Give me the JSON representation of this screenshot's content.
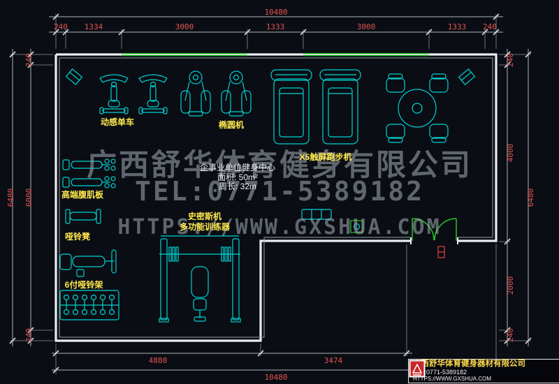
{
  "dims": {
    "top": {
      "total": "10480",
      "segments": [
        "240",
        "1334",
        "3000",
        "1333",
        "3000",
        "1333",
        "240"
      ]
    },
    "bottom": {
      "total": "10480",
      "segments": [
        "4880",
        "3474"
      ]
    },
    "left": {
      "total": "6480",
      "segments": [
        "240",
        "6000",
        "240"
      ]
    },
    "right": {
      "total": "6480",
      "segments": [
        "240",
        "4000",
        "2000",
        "240"
      ]
    }
  },
  "plan": {
    "labels": {
      "spin_bike": "动感单车",
      "elliptical": "椭圆机",
      "treadmill": "X5触屏跑步机",
      "ab_board": "高端腹肌板",
      "dumbbell_bench": "哑铃凳",
      "smith_line1": "史密斯机",
      "smith_line2": "多功能训练器",
      "dumbbell_rack": "6付哑铃架"
    },
    "room_info": {
      "title": "企事业单位健身中心",
      "area": "面积: 50m²",
      "perimeter": "周长: 32m"
    }
  },
  "watermark": {
    "company": "广西舒华体育健身有限公司",
    "tel": "TEL:0771-5389182",
    "url": "HTTPS://WWW.GXSHUA.COM"
  },
  "title_block": {
    "company": "广西舒华体育健身器材有限公司",
    "tel": "TEL:0771-5389182",
    "url": "HTTPS://WWW.GXSHUA.COM"
  },
  "icons": {
    "speaker-icon": "rotated-square-cyan",
    "door-tag-icon": "small-red-rect-marker",
    "company-logo": "red-white-square-logo"
  },
  "colors": {
    "background": "#0a0d13",
    "wall": "#e8ecf0",
    "equipment": "#00d4d4",
    "dimension_text": "#e25555",
    "dimension_line": "#aeb5bd",
    "door": "#22c822",
    "window": "#19b419",
    "label": "#ffe94e",
    "watermark": "#9aa1aa",
    "info_text": "#eef1f4",
    "logo_company_text": "#ffd94e"
  }
}
